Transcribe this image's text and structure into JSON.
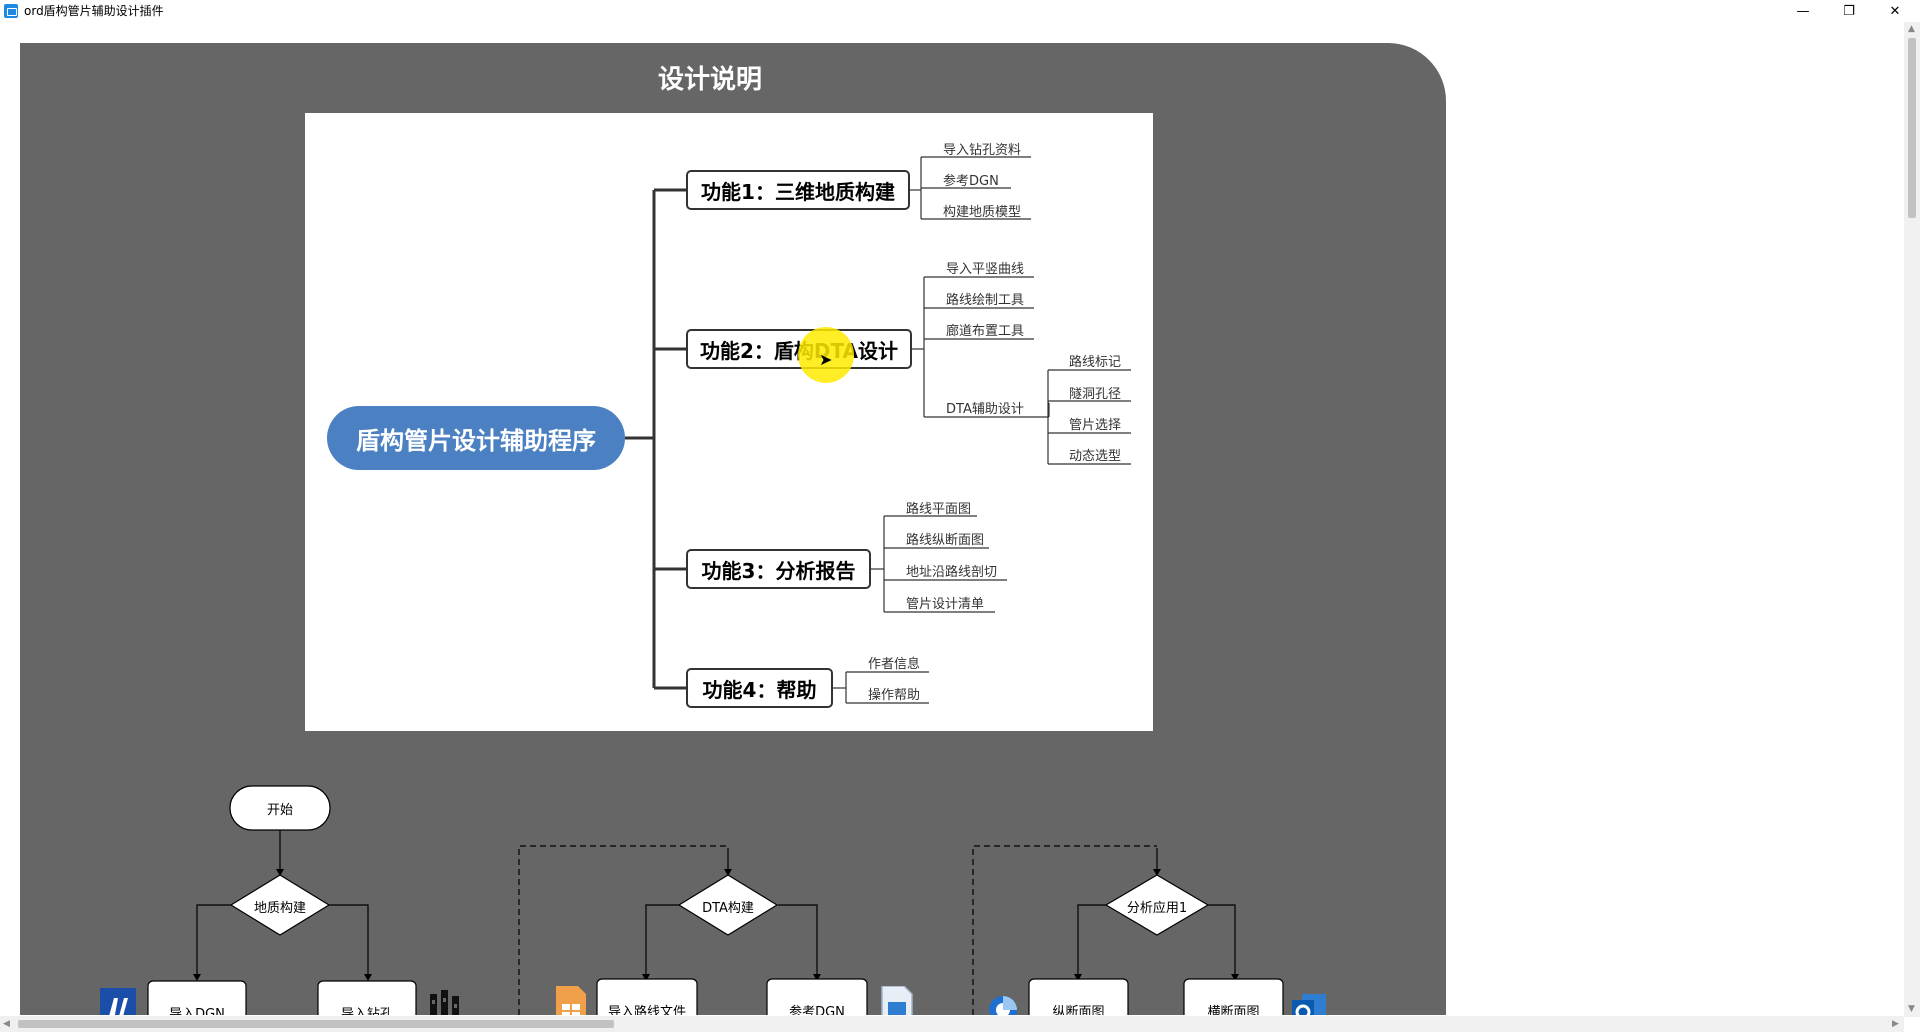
{
  "window": {
    "title": "ord盾构管片辅助设计插件",
    "minimize_glyph": "—",
    "maximize_glyph": "❐",
    "close_glyph": "✕"
  },
  "page": {
    "title": "设计说明"
  },
  "mindmap": {
    "root": "盾构管片设计辅助程序",
    "functions": [
      {
        "label": "功能1：三维地质构建",
        "children": [
          "导入钻孔资料",
          "参考DGN",
          "构建地质模型"
        ]
      },
      {
        "label": "功能2：盾构DTA设计",
        "children": [
          "导入平竖曲线",
          "路线绘制工具",
          "廊道布置工具",
          "DTA辅助设计"
        ],
        "sub_children": [
          "路线标记",
          "隧洞孔径",
          "管片选择",
          "动态选型"
        ]
      },
      {
        "label": "功能3：分析报告",
        "children": [
          "路线平面图",
          "路线纵断面图",
          "地址沿路线剖切",
          "管片设计清单"
        ]
      },
      {
        "label": "功能4：帮助",
        "children": [
          "作者信息",
          "操作帮助"
        ]
      }
    ]
  },
  "flowchart": {
    "start": "开始",
    "decisions": [
      "地质构建",
      "DTA构建",
      "分析应用1"
    ],
    "boxes": [
      "导入DGN",
      "导入钻孔",
      "导入路线文件",
      "参考DGN",
      "纵断面图",
      "横断面图"
    ],
    "icons": [
      "microstation-icon",
      "bars-chart-icon",
      "spreadsheet-file-icon",
      "document-file-icon",
      "chart-app-icon",
      "outlook-icon"
    ]
  },
  "colors": {
    "canvas": "#666666",
    "root_node": "#4b80c3",
    "highlight": "#ffeb00"
  }
}
